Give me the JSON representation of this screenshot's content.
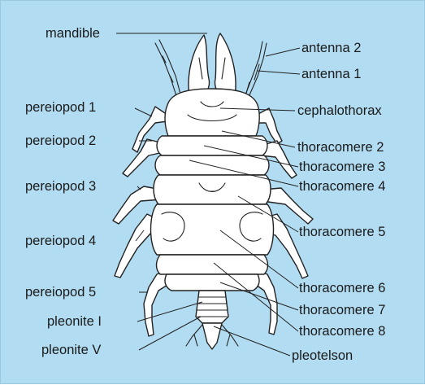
{
  "labels": {
    "mandible": "mandible",
    "antenna_2": "antenna 2",
    "antenna_1": "antenna 1",
    "cephalothorax": "cephalothorax",
    "thoracomere_2": "thoracomere 2",
    "thoracomere_3": "thoracomere 3",
    "thoracomere_4": "thoracomere 4",
    "thoracomere_5": "thoracomere 5",
    "thoracomere_6": "thoracomere 6",
    "thoracomere_7": "thoracomere 7",
    "thoracomere_8": "thoracomere 8",
    "pleotelson": "pleotelson",
    "pereiopod_1": "pereiopod 1",
    "pereiopod_2": "pereiopod 2",
    "pereiopod_3": "pereiopod 3",
    "pereiopod_4": "pereiopod 4",
    "pereiopod_5": "pereiopod 5",
    "pleonite_1": "pleonite I",
    "pleonite_5": "pleonite V"
  },
  "colors": {
    "background": "#b2dcf2",
    "outline": "#222222",
    "body_fill": "#ffffff"
  }
}
